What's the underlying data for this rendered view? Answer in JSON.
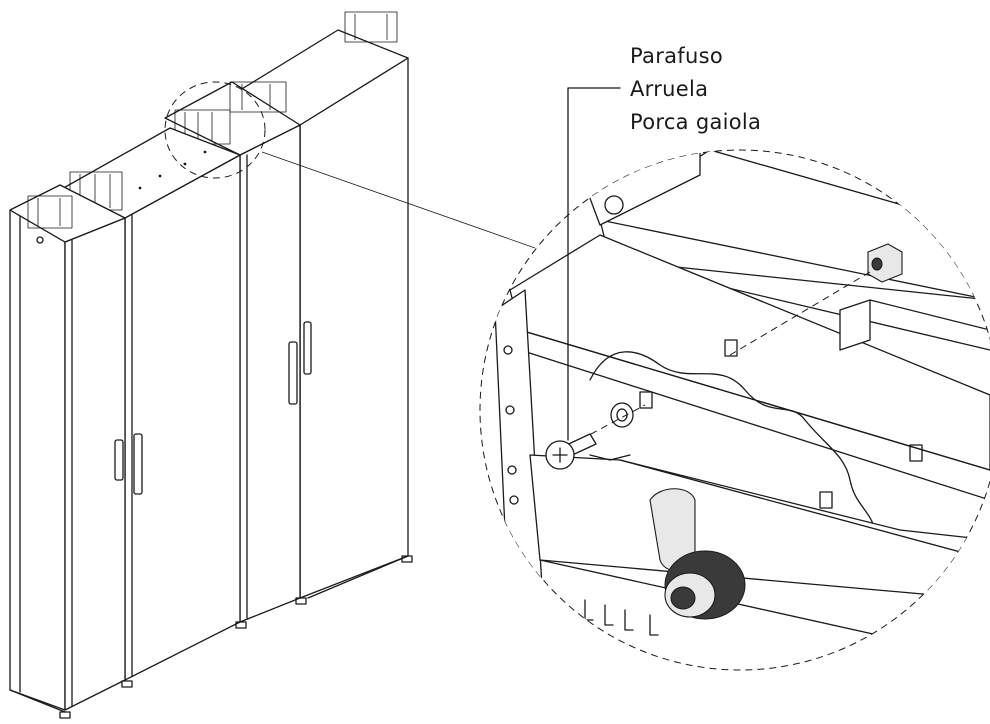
{
  "callout": {
    "labels": [
      "Parafuso",
      "Arruela",
      "Porca gaiola"
    ]
  },
  "colors": {
    "line": "#1a1a1a",
    "background": "#ffffff"
  }
}
